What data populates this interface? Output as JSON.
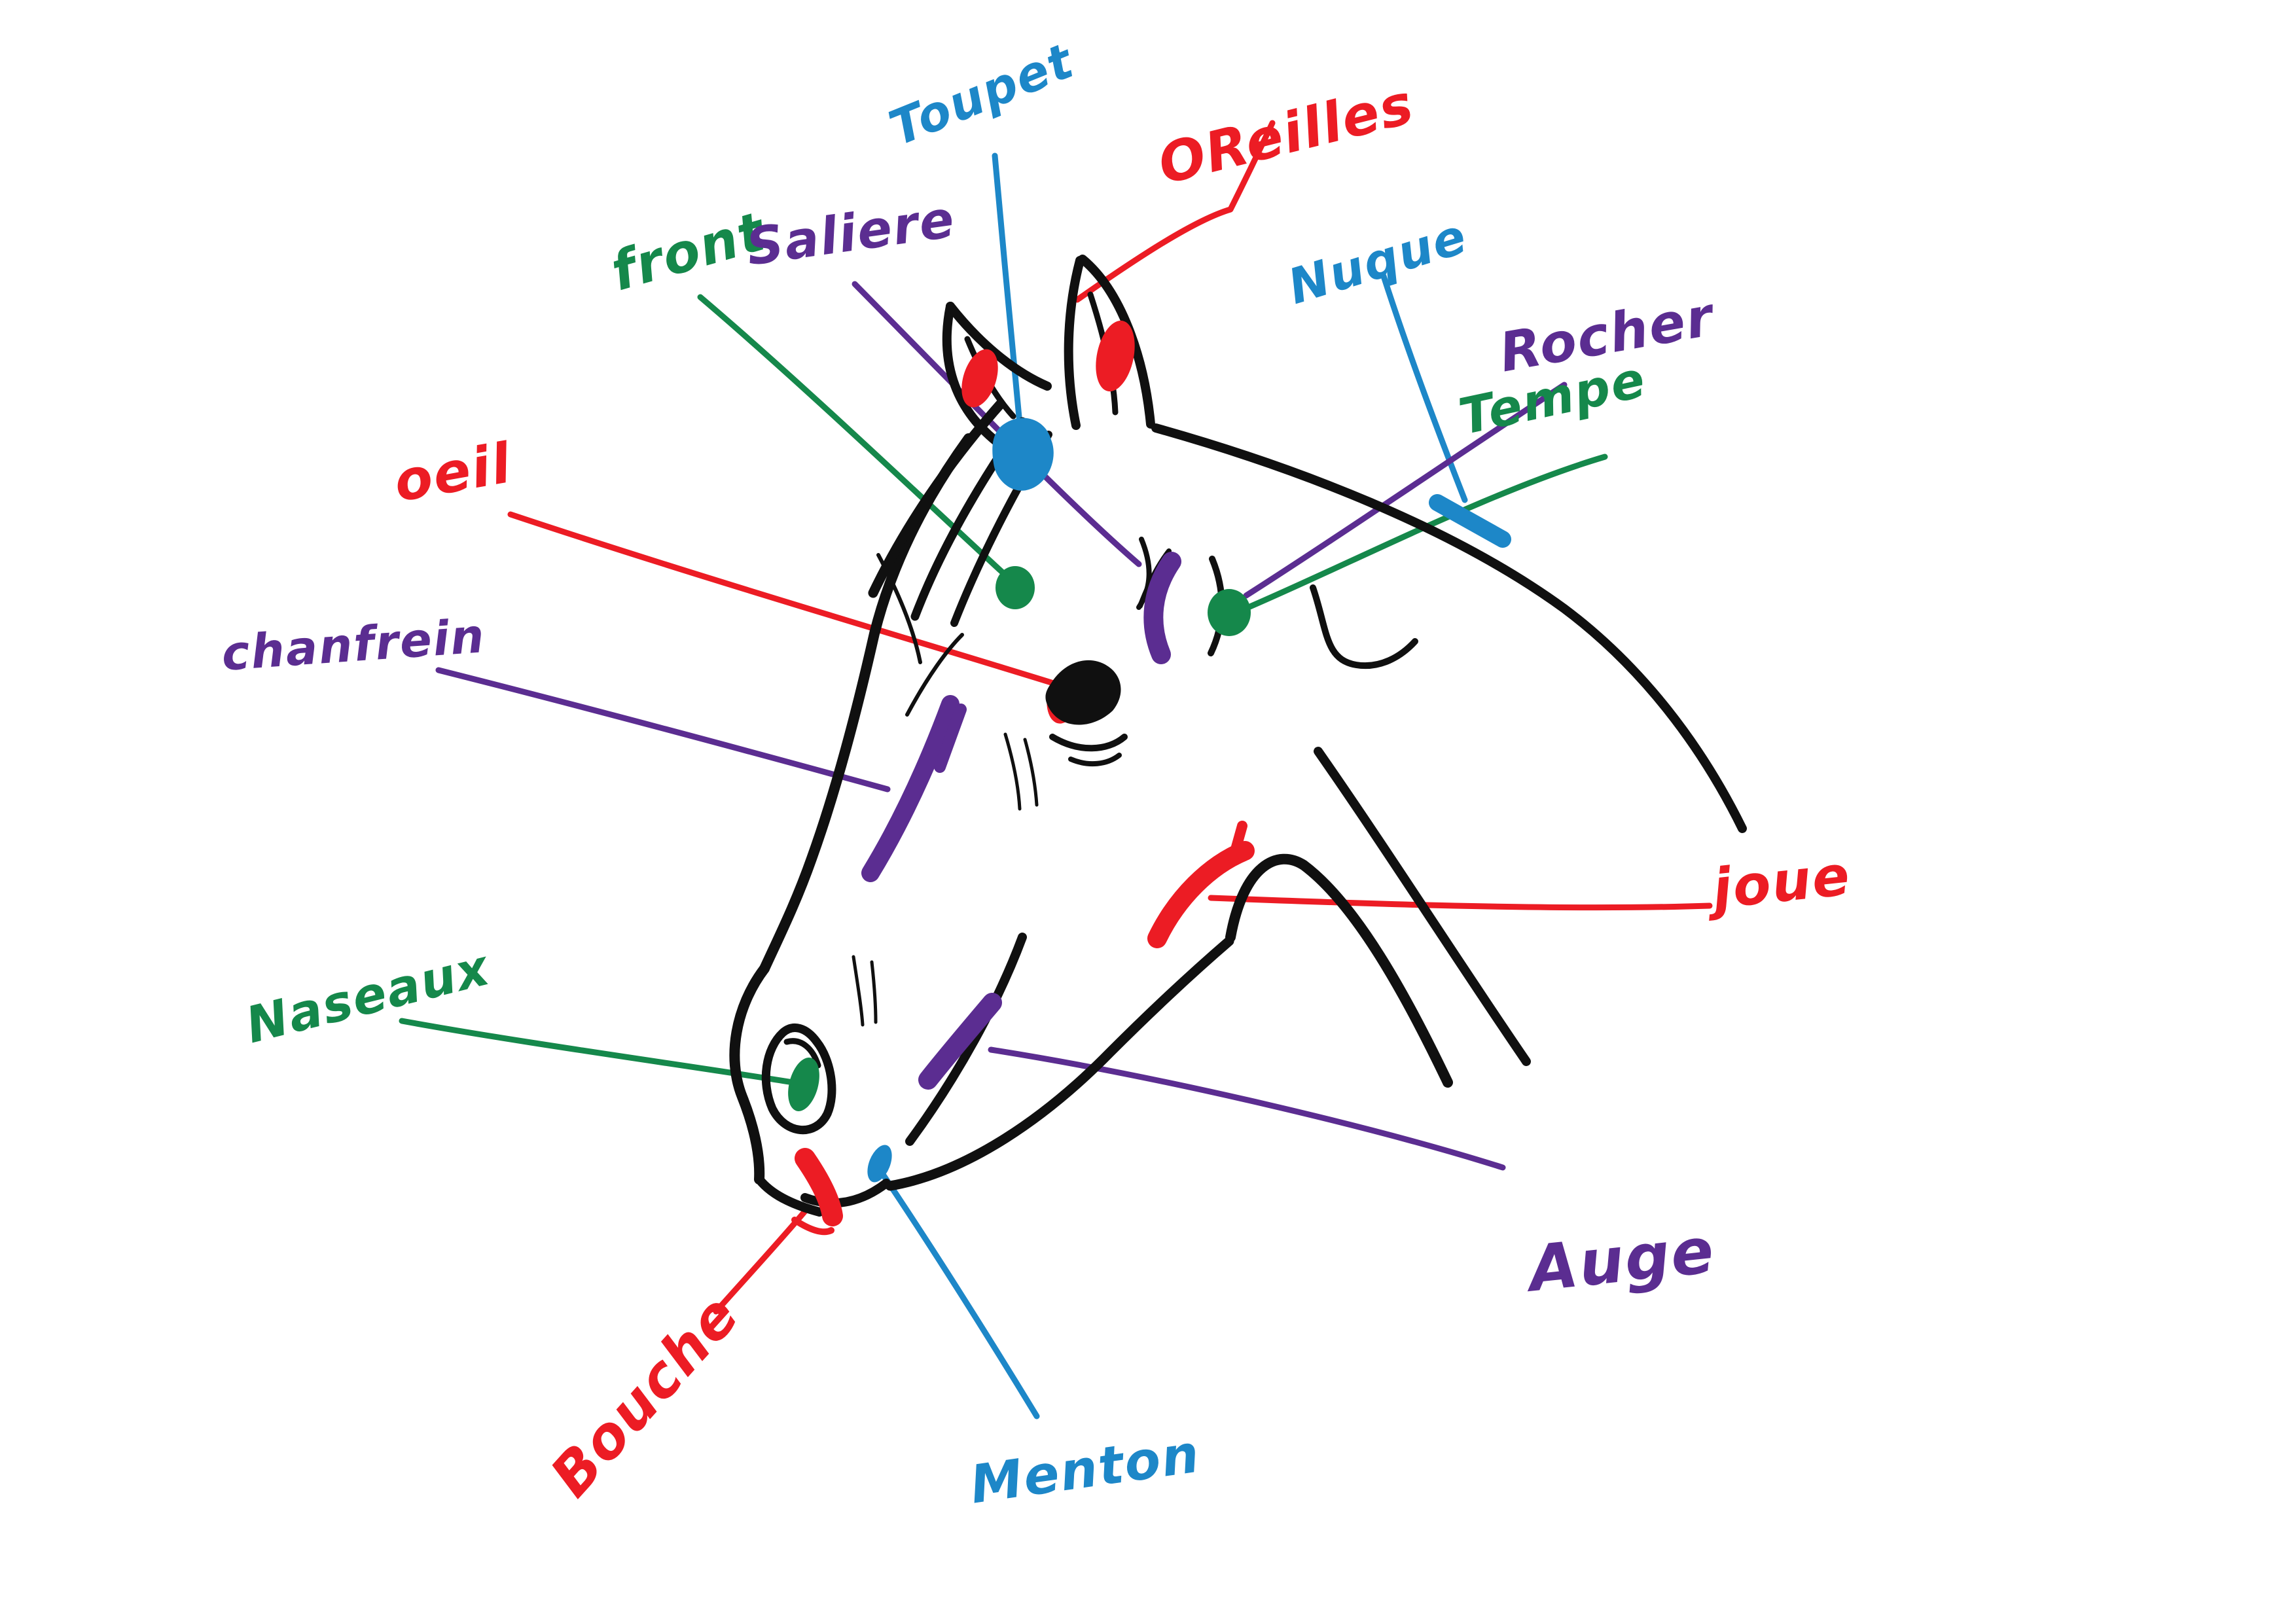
{
  "figure": {
    "subject": "horse-head-anatomy-diagram",
    "language": "fr",
    "background": "#ffffff",
    "palette": {
      "black": "#101010",
      "blue": "#1d87c8",
      "red": "#ec1c24",
      "green": "#15884b",
      "purple": "#5b2d91"
    }
  },
  "labels": [
    {
      "id": "toupet",
      "text": "Toupet",
      "color": "#1d87c8",
      "ink": "blue",
      "points_to": "forelock tuft between the ears (blue patch)"
    },
    {
      "id": "oreilles",
      "text": "OReilles",
      "color": "#ec1c24",
      "ink": "red",
      "points_to": "ears (red marks inside both ears)"
    },
    {
      "id": "front",
      "text": "front",
      "color": "#15884b",
      "ink": "green",
      "points_to": "forehead (green dot)"
    },
    {
      "id": "saliere",
      "text": "Saliere",
      "color": "#5b2d91",
      "ink": "purple",
      "points_to": "hollow above the eye (purple crescent)"
    },
    {
      "id": "nuque",
      "text": "Nuque",
      "color": "#1d87c8",
      "ink": "blue",
      "points_to": "poll / top of neck (blue dash on crest)"
    },
    {
      "id": "rocher",
      "text": "Rocher",
      "color": "#5b2d91",
      "ink": "purple",
      "points_to": "temporal bone area behind the eye"
    },
    {
      "id": "tempe",
      "text": "Tempe",
      "color": "#15884b",
      "ink": "green",
      "points_to": "temple (green dot)"
    },
    {
      "id": "oeil",
      "text": "oeil",
      "color": "#ec1c24",
      "ink": "red",
      "points_to": "eye (red mark in eye)"
    },
    {
      "id": "chanfrein",
      "text": "chanfrein",
      "color": "#5b2d91",
      "ink": "purple",
      "points_to": "nose bridge (purple stripe)"
    },
    {
      "id": "joue",
      "text": "joue",
      "color": "#ec1c24",
      "ink": "red",
      "points_to": "cheek (red arc)"
    },
    {
      "id": "naseaux",
      "text": "Naseaux",
      "color": "#15884b",
      "ink": "green",
      "points_to": "nostril (green oval)"
    },
    {
      "id": "auge",
      "text": "Auge",
      "color": "#5b2d91",
      "ink": "purple",
      "points_to": "groove under the jaw (purple stripe)"
    },
    {
      "id": "bouche",
      "text": "Bouche",
      "color": "#ec1c24",
      "ink": "red",
      "points_to": "mouth (red mark on lips)"
    },
    {
      "id": "menton",
      "text": "Menton",
      "color": "#1d87c8",
      "ink": "blue",
      "points_to": "chin (blue dot)"
    }
  ]
}
